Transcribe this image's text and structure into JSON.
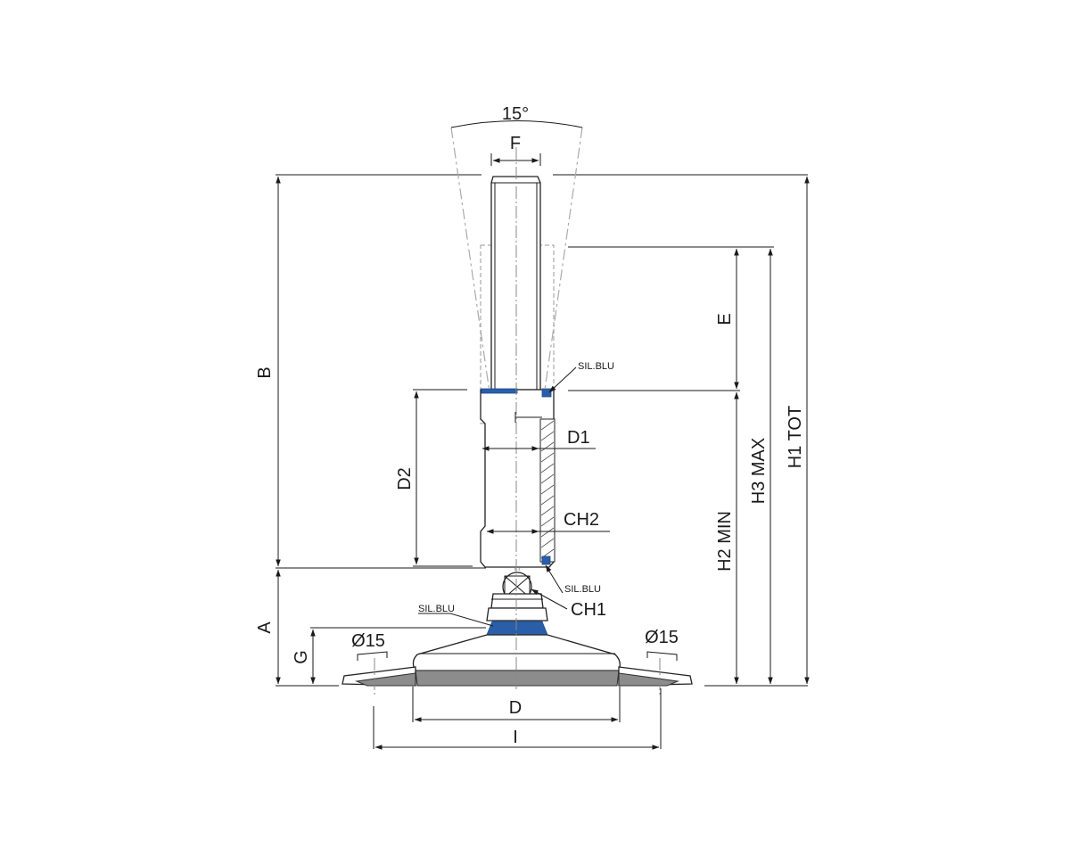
{
  "labels": {
    "angle": "15°",
    "f": "F",
    "b": "B",
    "e": "E",
    "d1": "D1",
    "d2": "D2",
    "ch2": "CH2",
    "ch1": "CH1",
    "h2": "H2 MIN",
    "h3": "H3 MAX",
    "h1": "H1 TOT",
    "a": "A",
    "g": "G",
    "d": "D",
    "i": "I",
    "hole_left": "Ø15",
    "hole_right": "Ø15",
    "seal_top": "SIL.BLU",
    "seal_mid": "SIL.BLU",
    "seal_base": "SIL.BLU"
  },
  "colors": {
    "seal": "#2a5ea8",
    "base_plate": "#8c8c8c",
    "line": "#1a1a1a"
  }
}
